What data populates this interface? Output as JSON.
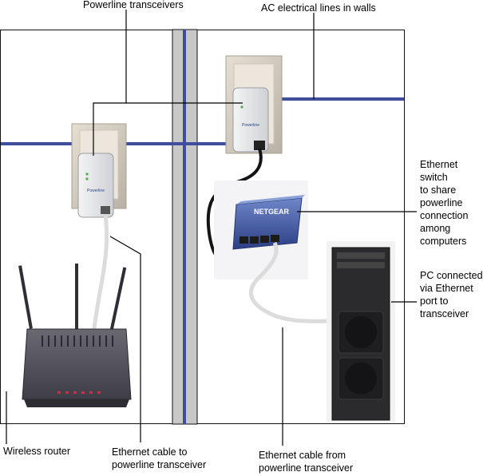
{
  "labels": {
    "powerline_transceivers": "Powerline transceivers",
    "ac_lines": "AC electrical lines in walls",
    "switch": [
      "Ethernet switch",
      "to share",
      "powerline",
      "connection",
      "among",
      "computers"
    ],
    "pc": [
      "PC connected",
      "via Ethernet",
      "port to",
      "transceiver"
    ],
    "router": "Wireless router",
    "cable_to": [
      "Ethernet cable to",
      "powerline transceiver"
    ],
    "cable_from": [
      "Ethernet cable from",
      "powerline transceiver"
    ]
  },
  "device_text": {
    "switch_brand": "NETGEAR",
    "transceiver_brand": "Powerline"
  },
  "colors": {
    "wall_line": "#111111",
    "ac_line": "#3e4d9c",
    "stud": "#c8c8c8",
    "router_body": "#4f4d57",
    "router_leds": "#c8324a",
    "switch_body": "#3e5aa8",
    "pc_body": "#2b2b2d",
    "cable_white": "#dcdcdc",
    "cable_black": "#141414"
  }
}
